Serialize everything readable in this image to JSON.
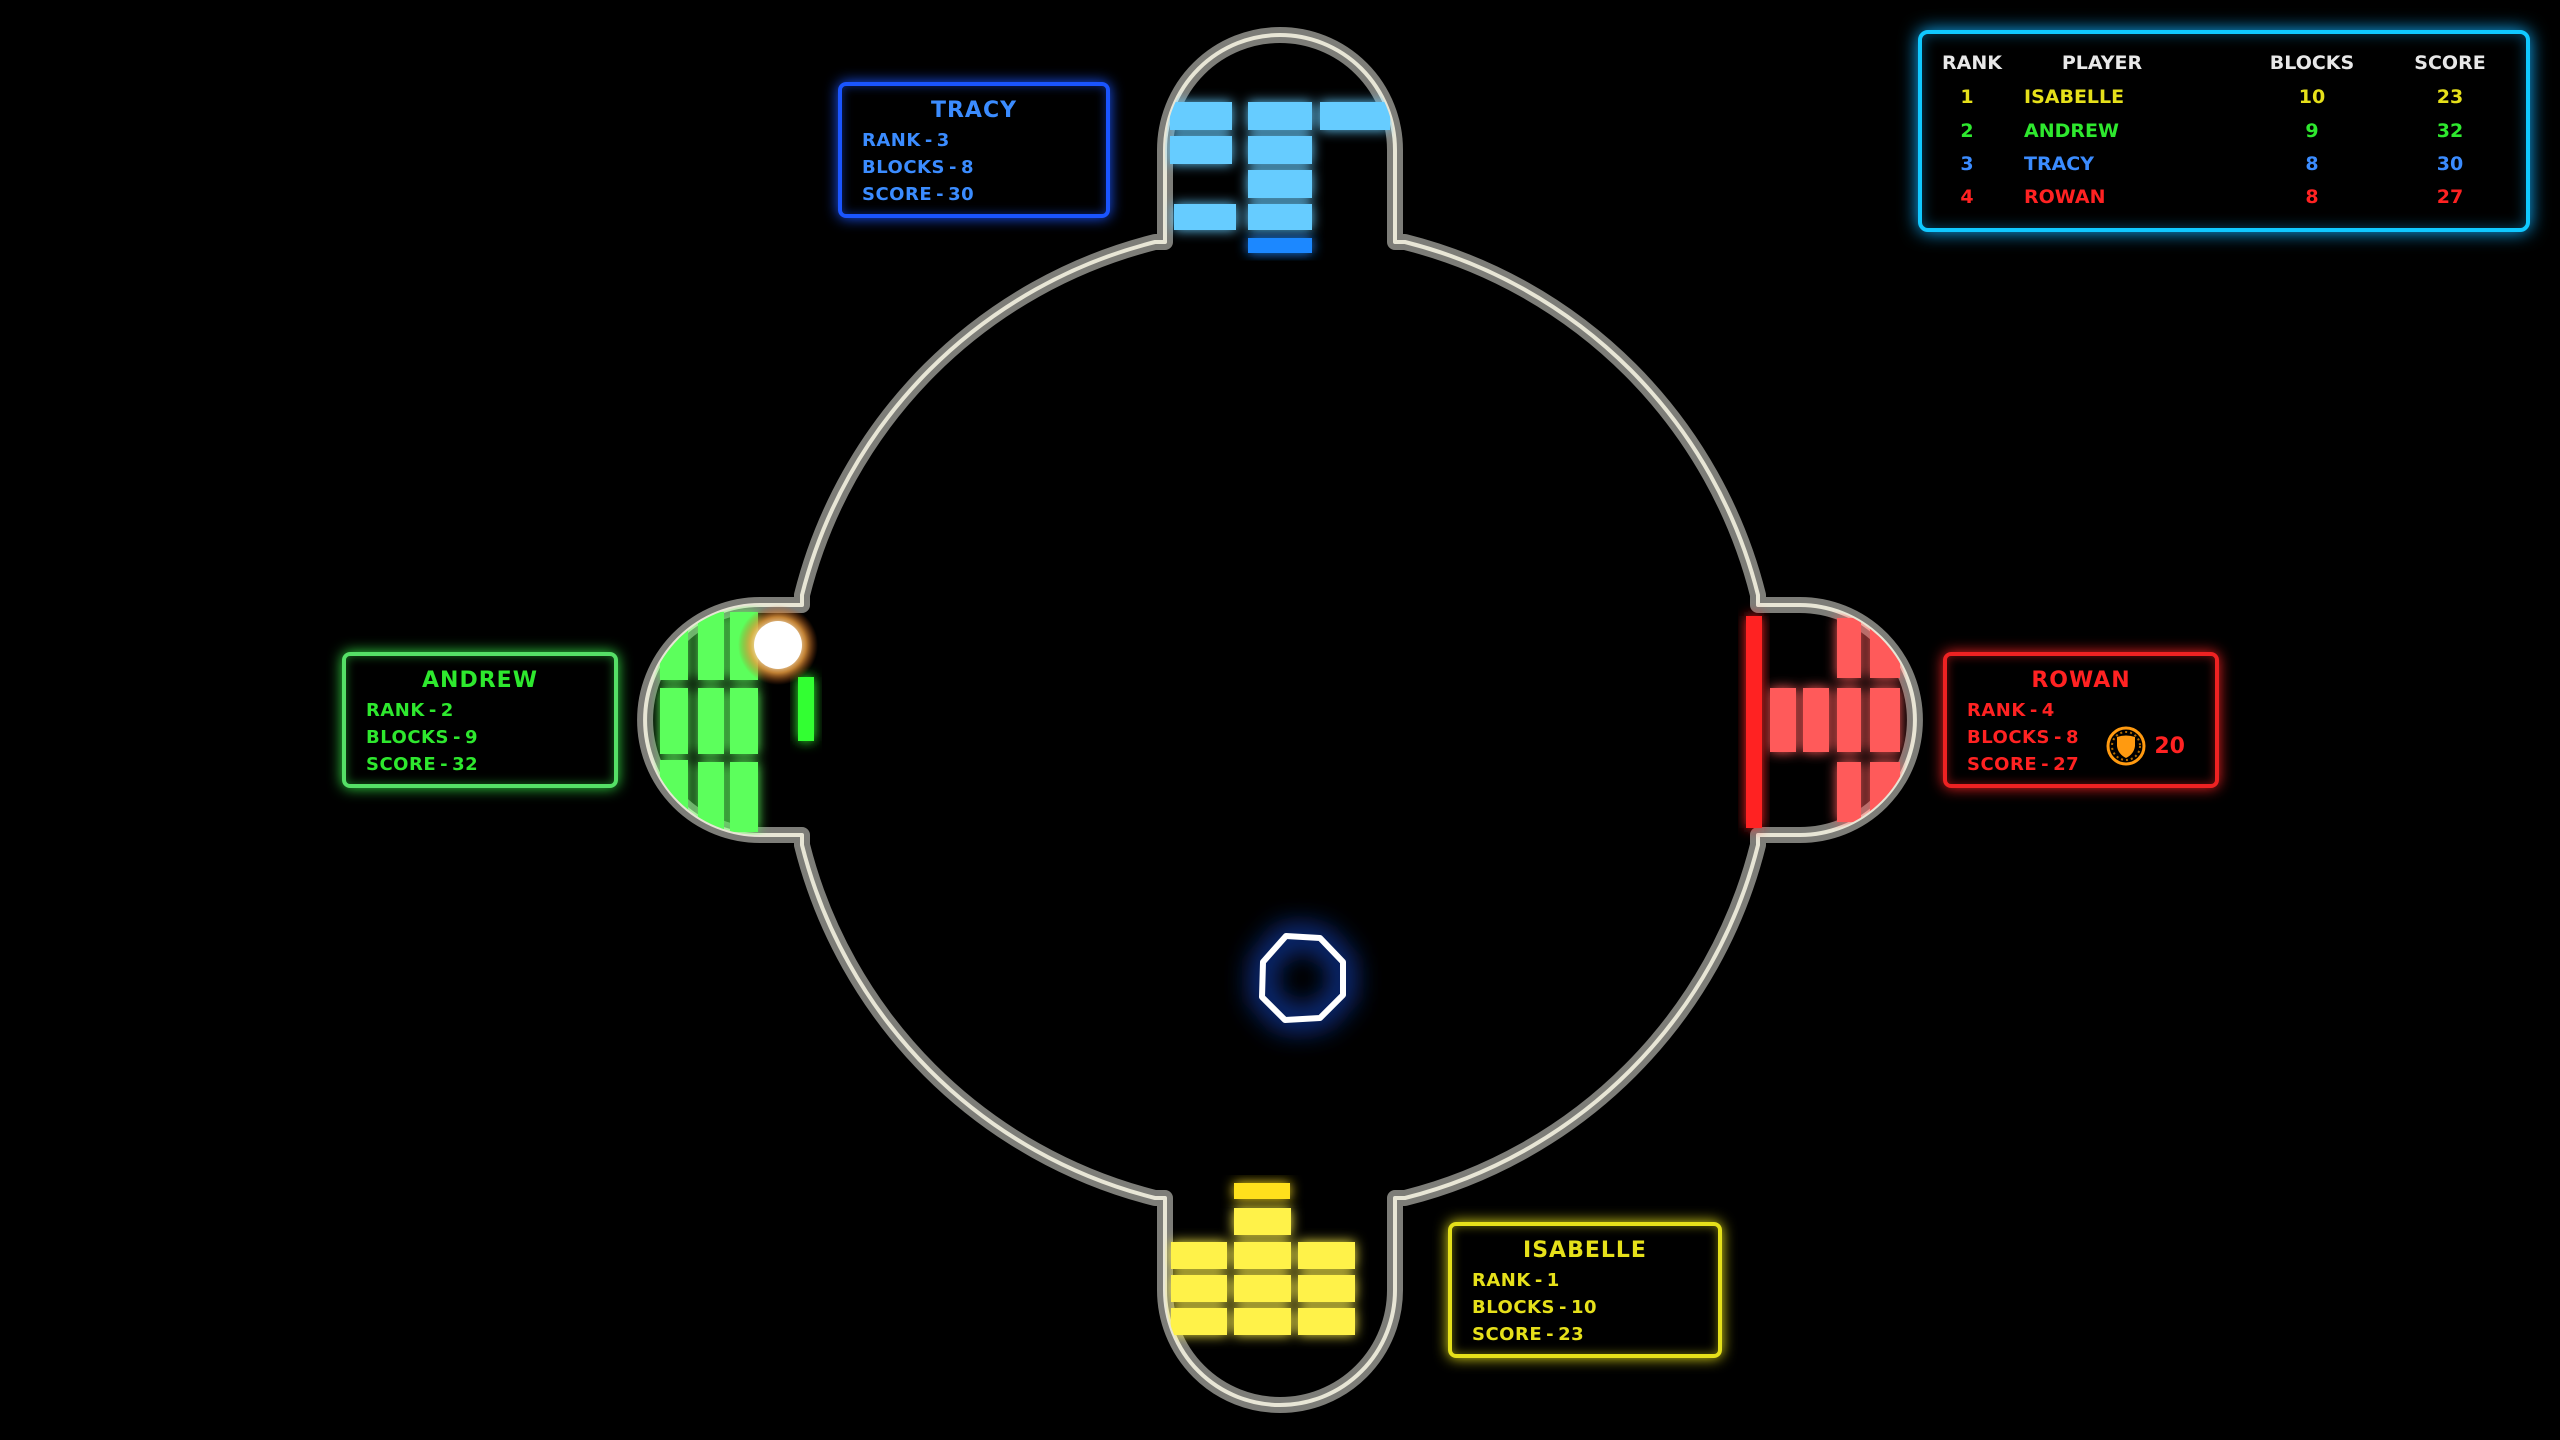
{
  "colors": {
    "tracy": "#3b8cff",
    "andrew": "#2ee82e",
    "rowan": "#ff2222",
    "isabelle": "#e6e01a",
    "leaderboard_border": "#10c8ff",
    "frame": "#b8b8b0",
    "ball": "#ffffff",
    "puck": "#2f6bff"
  },
  "leaderboard": {
    "headers": {
      "rank": "RANK",
      "player": "PLAYER",
      "blocks": "BLOCKS",
      "score": "SCORE"
    },
    "rows": [
      {
        "rank": "1",
        "player": "ISABELLE",
        "blocks": "10",
        "score": "23",
        "color": "#e6e01a"
      },
      {
        "rank": "2",
        "player": "ANDREW",
        "blocks": "9",
        "score": "32",
        "color": "#2ee82e"
      },
      {
        "rank": "3",
        "player": "TRACY",
        "blocks": "8",
        "score": "30",
        "color": "#3b8cff"
      },
      {
        "rank": "4",
        "player": "ROWAN",
        "blocks": "8",
        "score": "27",
        "color": "#ff2222"
      }
    ]
  },
  "players": {
    "tracy": {
      "name": "TRACY",
      "rank_label": "RANK",
      "rank": "3",
      "blocks_label": "BLOCKS",
      "blocks": "8",
      "score_label": "SCORE",
      "score": "30",
      "sep": "-"
    },
    "andrew": {
      "name": "ANDREW",
      "rank_label": "RANK",
      "rank": "2",
      "blocks_label": "BLOCKS",
      "blocks": "9",
      "score_label": "SCORE",
      "score": "32",
      "sep": "-"
    },
    "rowan": {
      "name": "ROWAN",
      "rank_label": "RANK",
      "rank": "4",
      "blocks_label": "BLOCKS",
      "blocks": "8",
      "score_label": "SCORE",
      "score": "27",
      "sep": "-",
      "powerup": {
        "icon": "shield-icon",
        "value": "20"
      }
    },
    "isabelle": {
      "name": "ISABELLE",
      "rank_label": "RANK",
      "rank": "1",
      "blocks_label": "BLOCKS",
      "blocks": "10",
      "score_label": "SCORE",
      "score": "23",
      "sep": "-"
    }
  }
}
